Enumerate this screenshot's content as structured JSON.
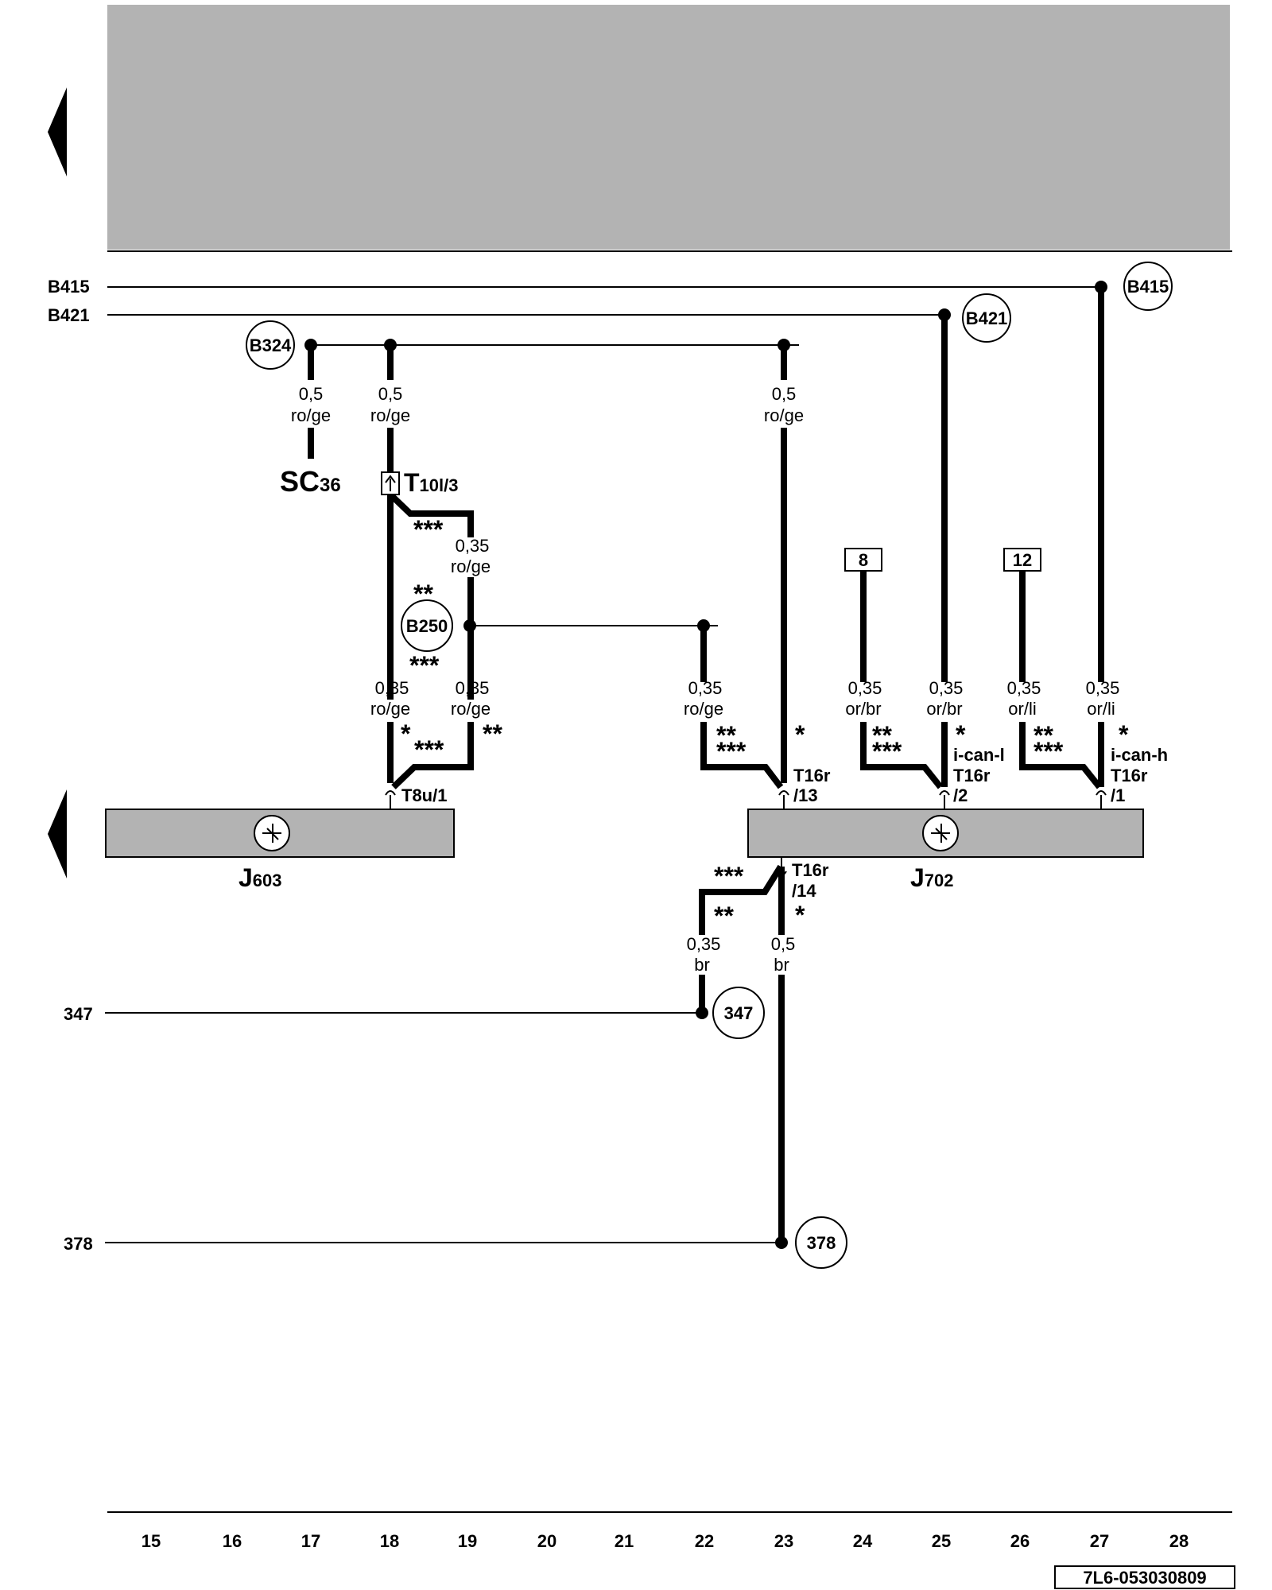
{
  "bus_lines": [
    {
      "id": "B415",
      "label": "B415"
    },
    {
      "id": "B421",
      "label": "B421"
    },
    {
      "id": "347",
      "label": "347"
    },
    {
      "id": "378",
      "label": "378"
    }
  ],
  "circle_labels": {
    "b324": "B324",
    "b415": "B415",
    "b421": "B421",
    "b250": "B250",
    "c347": "347",
    "c378": "378"
  },
  "wires": {
    "w1": {
      "size": "0,5",
      "color": "ro/ge"
    },
    "w2": {
      "size": "0,5",
      "color": "ro/ge"
    },
    "w3": {
      "size": "0,5",
      "color": "ro/ge"
    },
    "w4": {
      "size": "0,35",
      "color": "ro/ge"
    },
    "w5": {
      "size": "0,35",
      "color": "ro/ge"
    },
    "w6": {
      "size": "0,35",
      "color": "ro/ge"
    },
    "w7": {
      "size": "0,35",
      "color": "ro/ge"
    },
    "w8": {
      "size": "0,35",
      "color": "or/br"
    },
    "w9": {
      "size": "0,35",
      "color": "or/br"
    },
    "w10": {
      "size": "0,35",
      "color": "or/li"
    },
    "w11": {
      "size": "0,35",
      "color": "or/li"
    },
    "w12": {
      "size": "0,35",
      "color": "br"
    },
    "w13": {
      "size": "0,5",
      "color": "br"
    }
  },
  "connectors": {
    "sc_main": "SC",
    "sc_sub": "36",
    "t10_main": "T",
    "t10_sub": "10l/3",
    "t8u": "T8u/1",
    "t16r13_a": "T16r",
    "t16r13_b": "/13",
    "t16r2_a": "i-can-l",
    "t16r2_b": "T16r",
    "t16r2_c": "/2",
    "t16r1_a": "i-can-h",
    "t16r1_b": "T16r",
    "t16r1_c": "/1",
    "t16r14_a": "T16r",
    "t16r14_b": "/14"
  },
  "stars": {
    "s1": "***",
    "s2": "**",
    "s3": "***",
    "s4": "*",
    "s5": "***",
    "s6": "**",
    "s7": "**",
    "s8": "***",
    "s9": "*",
    "s10": "**",
    "s11": "***",
    "s12": "*",
    "s13": "**",
    "s14": "***",
    "s15": "*",
    "s16": "***",
    "s17": "**",
    "s18": "*"
  },
  "boxes": {
    "b8": "8",
    "b12": "12"
  },
  "components": {
    "j603_main": "J",
    "j603_sub": "603",
    "j702_main": "J",
    "j702_sub": "702"
  },
  "grid_numbers": [
    "15",
    "16",
    "17",
    "18",
    "19",
    "20",
    "21",
    "22",
    "23",
    "24",
    "25",
    "26",
    "27",
    "28"
  ],
  "doc_code": "7L6-053030809",
  "colors": {
    "header_fill": "#b3b3b3",
    "component_fill": "#b3b3b3",
    "line": "#000000"
  }
}
